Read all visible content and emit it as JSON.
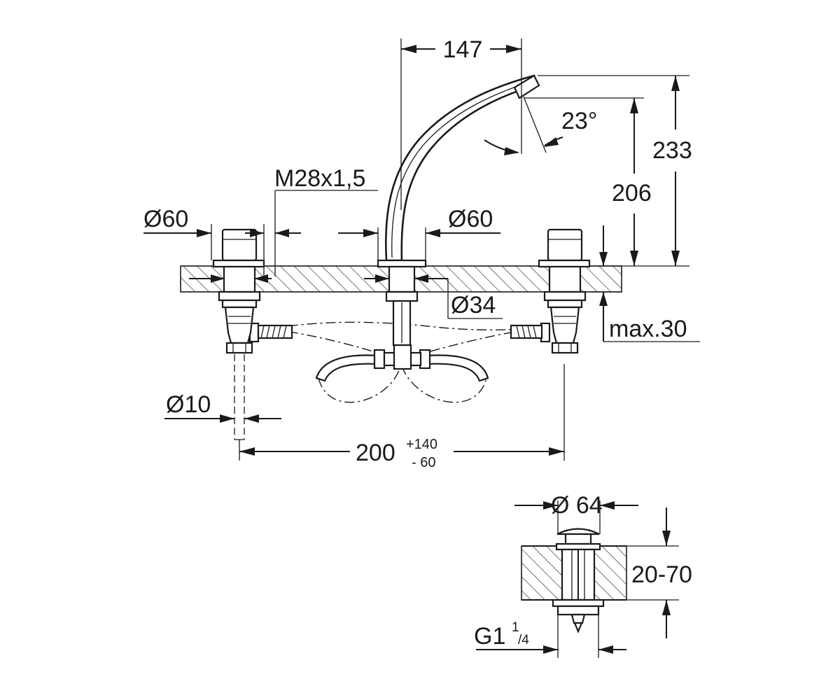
{
  "dimensions": {
    "spout_reach": "147",
    "spout_angle": "23°",
    "total_height": "233",
    "spout_outlet_height": "206",
    "thread": "M28x1,5",
    "handle_left_diameter": "Ø60",
    "spout_base_diameter": "Ø60",
    "hole_diameter": "Ø34",
    "max_deck_thickness": "max.30",
    "supply_diameter": "Ø10",
    "center_distance": "200",
    "center_distance_plus": "+140",
    "center_distance_minus": "- 60",
    "drain_cap_diameter": "Ø 64",
    "drain_deck_range": "20-70",
    "drain_thread_main": "G1",
    "drain_thread_num": "1",
    "drain_thread_den": "/4"
  }
}
